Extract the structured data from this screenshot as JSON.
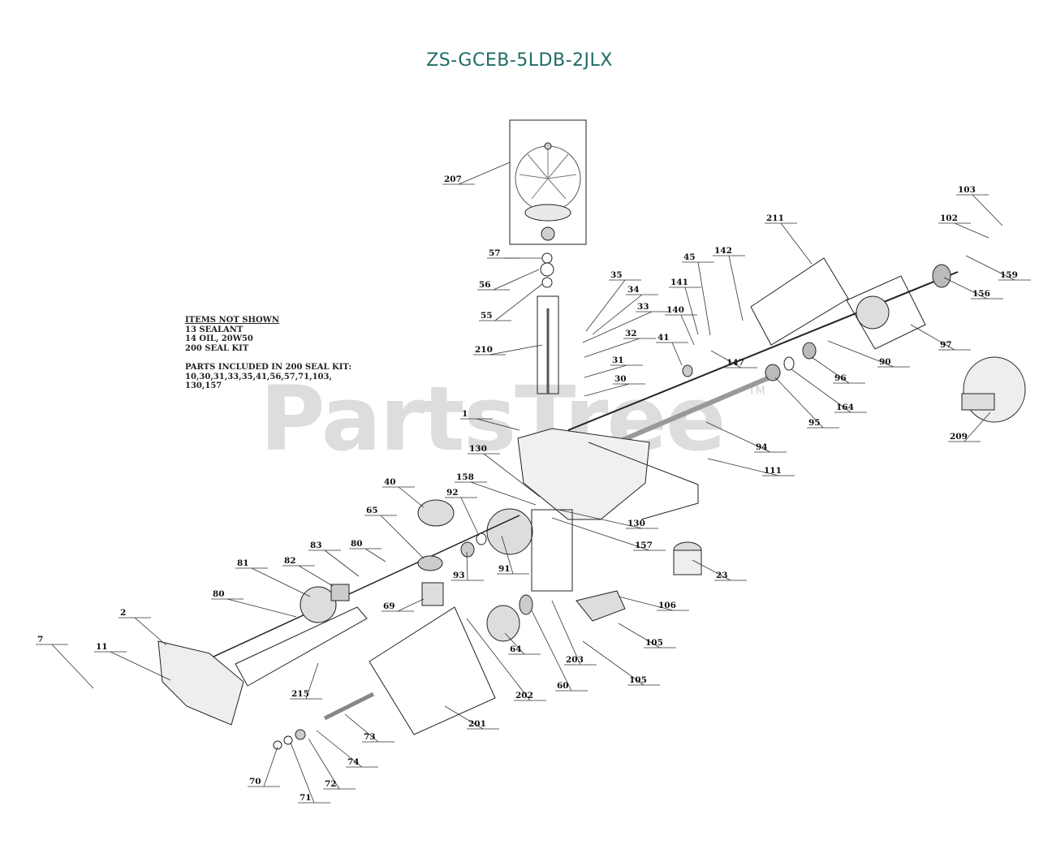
{
  "title": "ZS-GCEB-5LDB-2JLX",
  "watermark": "PartsTree",
  "watermark_tm": "TM",
  "notes": {
    "header": "ITEMS NOT SHOWN",
    "lines": [
      "13 SEALANT",
      "14 OIL, 20W50",
      "200 SEAL KIT"
    ],
    "kit_header": "PARTS INCLUDED IN 200 SEAL KIT:",
    "kit_lines": [
      "10,30,31,33,35,41,56,57,71,103,",
      "130,157"
    ]
  },
  "callouts": [
    "207",
    "57",
    "56",
    "55",
    "210",
    "35",
    "34",
    "33",
    "32",
    "31",
    "30",
    "45",
    "142",
    "141",
    "140",
    "41",
    "147",
    "211",
    "103",
    "102",
    "159",
    "156",
    "97",
    "90",
    "96",
    "164",
    "95",
    "94",
    "111",
    "209",
    "1",
    "130",
    "158",
    "92",
    "40",
    "65",
    "91",
    "93",
    "130",
    "157",
    "23",
    "83",
    "80",
    "81",
    "82",
    "69",
    "80",
    "106",
    "105",
    "105",
    "2",
    "7",
    "11",
    "64",
    "60",
    "203",
    "202",
    "201",
    "215",
    "73",
    "74",
    "72",
    "71",
    "70"
  ]
}
